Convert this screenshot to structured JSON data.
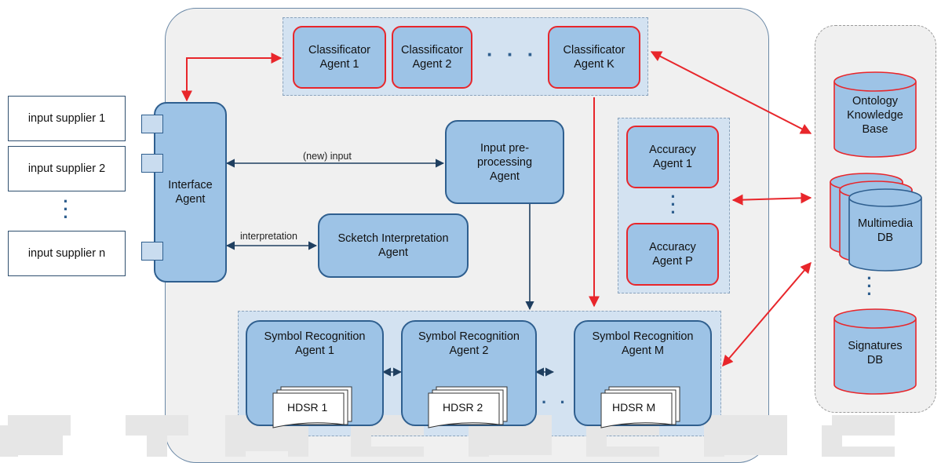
{
  "suppliers": [
    "input supplier 1",
    "input supplier 2",
    "input supplier n"
  ],
  "interface_agent": "Interface\nAgent",
  "classificators": [
    "Classificator\nAgent 1",
    "Classificator\nAgent 2",
    "Classificator\nAgent K"
  ],
  "preprocessing_agent": "Input pre-\nprocessing\nAgent",
  "interpretation_agent": "Scketch Interpretation\nAgent",
  "accuracy_agents": [
    "Accuracy\nAgent 1",
    "Accuracy\nAgent P"
  ],
  "symbol_agents": [
    {
      "title": "Symbol Recognition\nAgent 1",
      "hdsr": "HDSR 1"
    },
    {
      "title": "Symbol Recognition\nAgent 2",
      "hdsr": "HDSR 2"
    },
    {
      "title": "Symbol Recognition\nAgent M",
      "hdsr": "HDSR M"
    }
  ],
  "edge_labels": {
    "new_input": "(new) input",
    "interpretation": "interpretation"
  },
  "databases": [
    "Ontology\nKnowledge\nBase",
    "Multimedia\nDB",
    "Signatures\nDB"
  ],
  "ellipsis": "· · · · ·",
  "vertical_dots": "·\n·\n·",
  "colors": {
    "agent_fill": "#9dc3e6",
    "agent_border": "#2f5f8f",
    "link_red": "#e8262b",
    "group_fill": "#d3e2f1"
  }
}
